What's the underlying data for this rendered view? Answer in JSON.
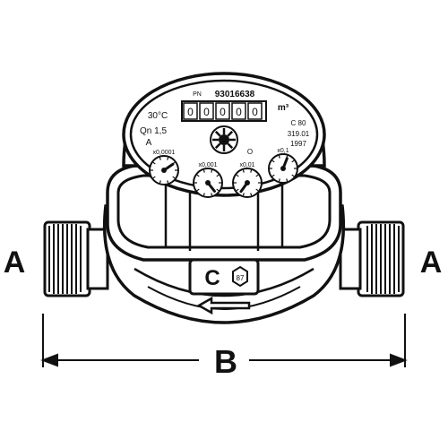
{
  "dimension_labels": {
    "left_end": "A",
    "right_end": "A",
    "overall_length": "B"
  },
  "meter_face": {
    "serial": "93016638",
    "serial_prefix": "PN",
    "temperature": "30°C",
    "flow_rating": "Qn 1,5",
    "class_letter": "A",
    "unit": "m³",
    "approval_1": "C 80",
    "approval_2": "319.01",
    "year": "1997",
    "register_digits": [
      "0",
      "0",
      "0",
      "0",
      "0"
    ],
    "dial_labels": [
      "x0,0001",
      "x0,001",
      "x0,01",
      "x0,1"
    ],
    "rotor_mark": "O"
  },
  "body_marks": {
    "class_mark": "C",
    "hex_mark": "87"
  },
  "colors": {
    "ink": "#111111",
    "paper": "#ffffff",
    "shade": "#dcdcdc"
  }
}
